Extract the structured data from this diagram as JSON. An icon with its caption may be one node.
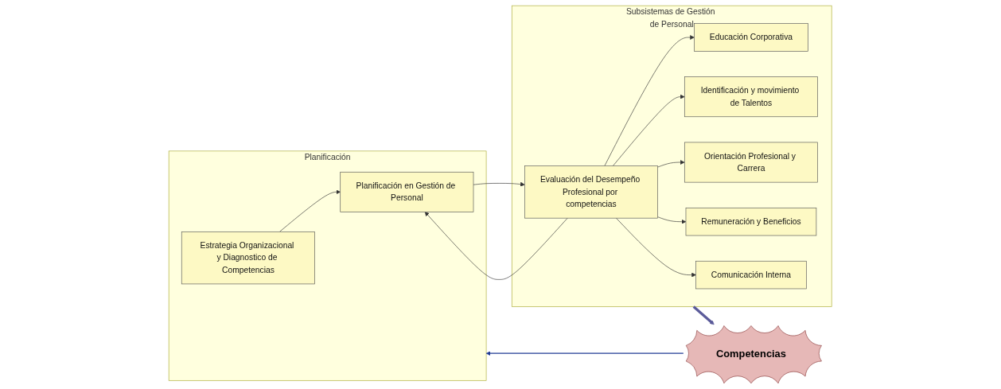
{
  "diagram": {
    "nodes": [
      {
        "text": [
          "Planificación"
        ]
      },
      {
        "text": [
          "Estrategia Organizacional y Diagnostico de Competencias"
        ],
        "in": 0
      },
      {
        "text": [
          "Planificación en Gestión de Personal"
        ],
        "in": 0
      },
      {
        "text": [
          "Subsistemas de Gestión de Personal"
        ]
      },
      {
        "text": [
          "Evaluación del Desempeño Profesional por competencias"
        ],
        "in": 3
      },
      {
        "text": [
          "Educación Corporativa"
        ],
        "in": 3
      },
      {
        "text": [
          "Identificación y movimiento de Talentos"
        ],
        "in": 3
      },
      {
        "text": [
          "Orientación Profesional y Carrera"
        ],
        "in": 3
      },
      {
        "text": [
          "Remuneración y Beneficios"
        ],
        "in": 3
      },
      {
        "text": [
          "Comunicación Interna"
        ],
        "in": 3
      },
      {
        "text": [
          "Competencias"
        ]
      }
    ],
    "edges": [
      {
        "from": 1,
        "to": 2,
        "arrow": "to"
      },
      {
        "from": 2,
        "to": 4,
        "arrow": "to"
      },
      {
        "from": 4,
        "to": 2,
        "arrow": "to"
      },
      {
        "from": 4,
        "to": 5,
        "arrow": "to"
      },
      {
        "from": 4,
        "to": 6,
        "arrow": "to"
      },
      {
        "from": 4,
        "to": 7,
        "arrow": "to"
      },
      {
        "from": 4,
        "to": 8,
        "arrow": "to"
      },
      {
        "from": 4,
        "to": 9,
        "arrow": "to"
      },
      {
        "from": 3,
        "to": 10,
        "arrow": "to",
        "style": "thick",
        "color": "#5b5b9a"
      },
      {
        "from": 10,
        "to": 0,
        "arrow": "to",
        "color": "#1f3a93"
      }
    ]
  }
}
